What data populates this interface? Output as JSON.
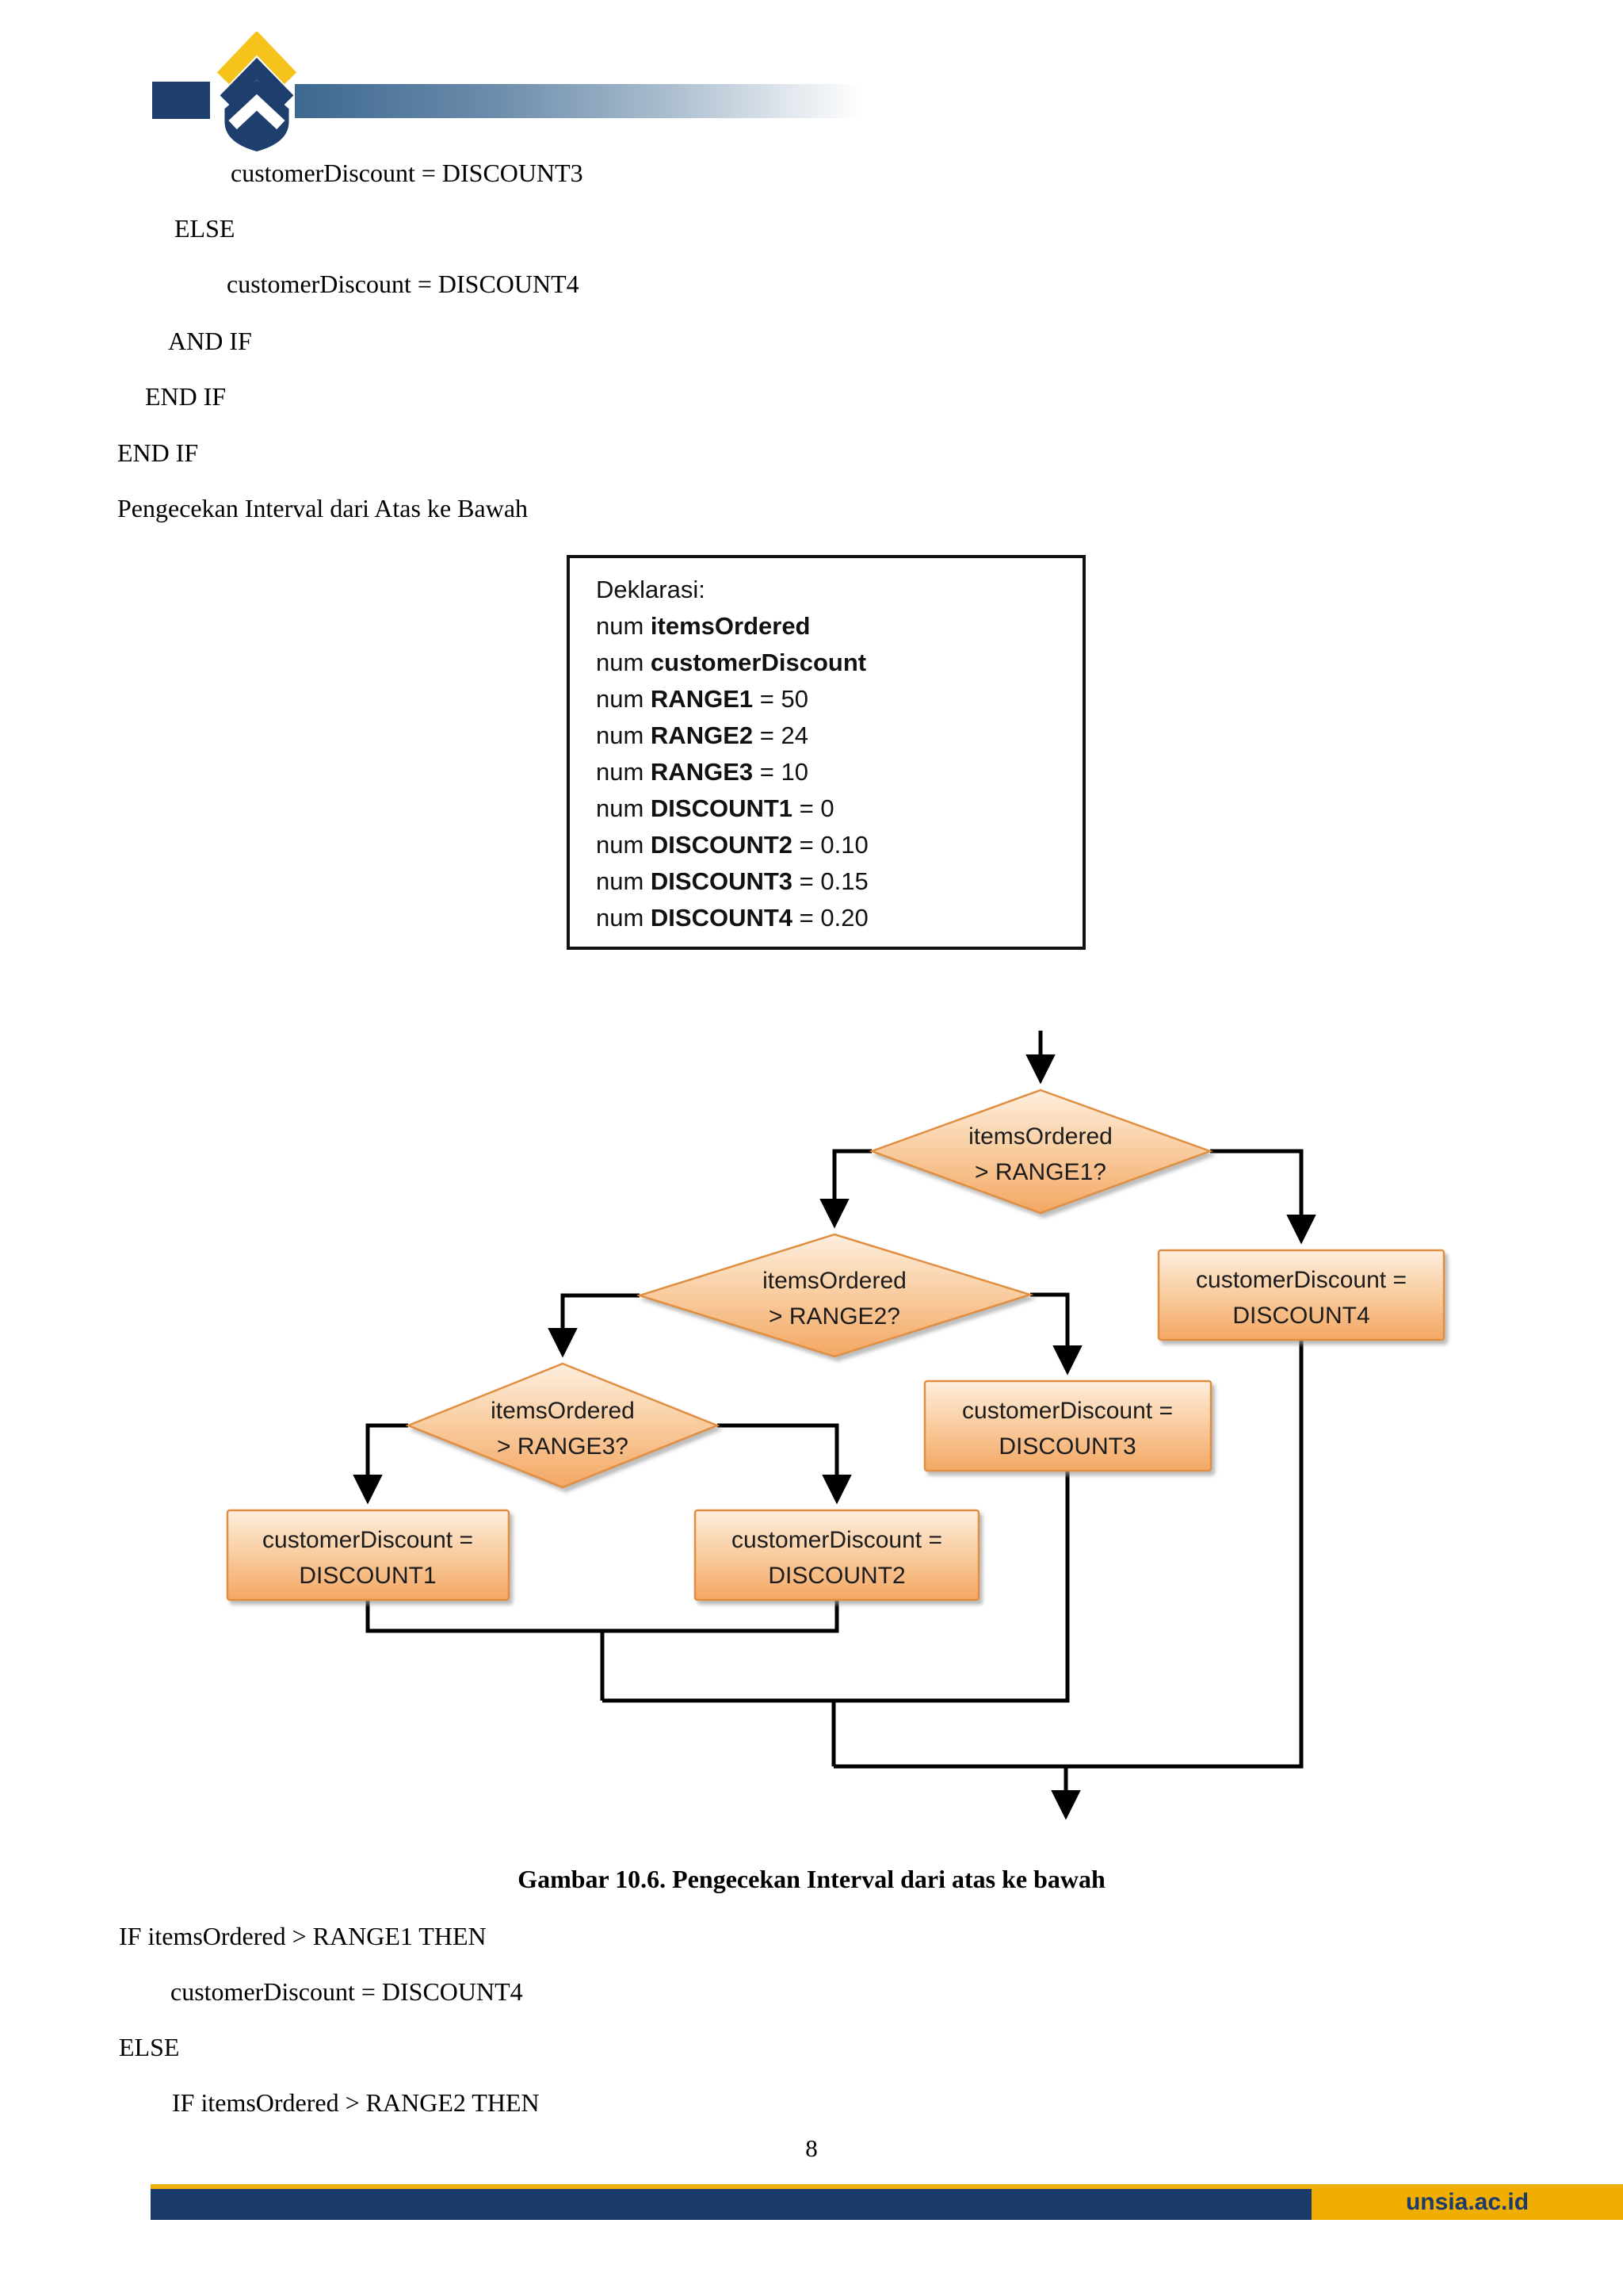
{
  "header": {
    "logo": "unsia-shield-logo"
  },
  "pseudocode_top": {
    "lines": [
      "customerDiscount = DISCOUNT3",
      "ELSE",
      "customerDiscount = DISCOUNT4",
      "AND IF",
      "END IF",
      "END IF",
      "Pengecekan Interval dari Atas ke Bawah"
    ]
  },
  "declaration": {
    "lines": [
      {
        "pre": "Deklarasi:",
        "name": "",
        "post": ""
      },
      {
        "pre": "num ",
        "name": "itemsOrdered",
        "post": ""
      },
      {
        "pre": "num ",
        "name": "customerDiscount",
        "post": ""
      },
      {
        "pre": "num ",
        "name": "RANGE1",
        "post": " = 50"
      },
      {
        "pre": "num ",
        "name": "RANGE2",
        "post": " = 24"
      },
      {
        "pre": "num ",
        "name": "RANGE3",
        "post": " = 10"
      },
      {
        "pre": "num ",
        "name": "DISCOUNT1",
        "post": " = 0"
      },
      {
        "pre": "num ",
        "name": "DISCOUNT2",
        "post": " = 0.10"
      },
      {
        "pre": "num ",
        "name": "DISCOUNT3",
        "post": " = 0.15"
      },
      {
        "pre": "num ",
        "name": "DISCOUNT4",
        "post": " = 0.20"
      }
    ]
  },
  "flowchart": {
    "d1": {
      "line1": "itemsOrdered",
      "line2": "> RANGE1?"
    },
    "d2": {
      "line1": "itemsOrdered",
      "line2": "> RANGE2?"
    },
    "d3": {
      "line1": "itemsOrdered",
      "line2": "> RANGE3?"
    },
    "b1": {
      "line1": "customerDiscount =",
      "line2": "DISCOUNT1"
    },
    "b2": {
      "line1": "customerDiscount =",
      "line2": "DISCOUNT2"
    },
    "b3": {
      "line1": "customerDiscount =",
      "line2": "DISCOUNT3"
    },
    "b4": {
      "line1": "customerDiscount =",
      "line2": "DISCOUNT4"
    }
  },
  "caption": "Gambar 10.6. Pengecekan Interval dari atas ke bawah",
  "pseudocode_bottom": {
    "lines": [
      "IF itemsOrdered > RANGE1 THEN",
      "customerDiscount = DISCOUNT4",
      "ELSE",
      "IF itemsOrdered > RANGE2 THEN"
    ]
  },
  "page": {
    "number": "8"
  },
  "footer": {
    "brand": "unsia.ac.id"
  },
  "colors": {
    "brand_navy": "#1e3f6d",
    "brand_yellow": "#f6c31c",
    "footer_navy": "#1c3a6a",
    "footer_gold": "#f0ae00",
    "flow_fill_light": "#fbe7d3",
    "flow_fill_dark": "#f4a763",
    "flow_border": "#e08f42",
    "line_black": "#000000"
  }
}
